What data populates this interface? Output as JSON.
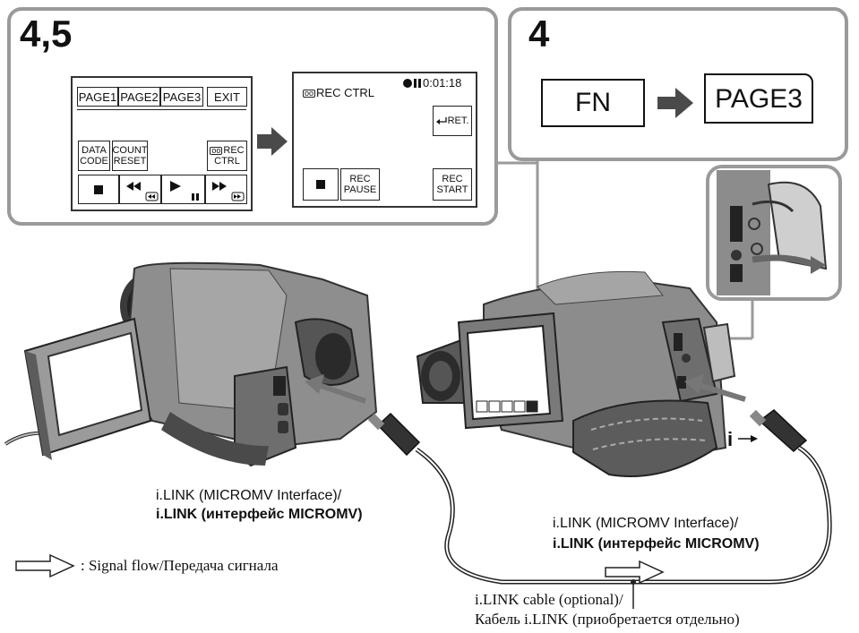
{
  "steps": {
    "left_number": "4,5",
    "right_number": "4"
  },
  "menu_screen": {
    "tabs": [
      "PAGE1",
      "PAGE2",
      "PAGE3",
      "EXIT"
    ],
    "data_code": [
      "DATA",
      "CODE"
    ],
    "count_reset": [
      "COUNT",
      "RESET"
    ],
    "rec_ctrl": [
      "REC",
      "CTRL"
    ]
  },
  "rec_screen": {
    "title": "REC CTRL",
    "counter": "0:01:18",
    "ret_label": "RET.",
    "rec_pause": [
      "REC",
      "PAUSE"
    ],
    "rec_start": [
      "REC",
      "START"
    ]
  },
  "fn_step": {
    "fn_label": "FN",
    "page_label": "PAGE3"
  },
  "labels": {
    "left_ilink_line1": "i.LINK (MICROMV Interface)/",
    "left_ilink_line2": "i.LINK (интерфейс MICROMV)",
    "right_ilink_line1": "i.LINK (MICROMV Interface)/",
    "right_ilink_line2": "i.LINK (интерфейс MICROMV)",
    "signal_flow": ": Signal flow/Передача сигнала",
    "cable_line1": "i.LINK cable (optional)/",
    "cable_line2": "Кабель i.LINK (приобретается отдельно)"
  },
  "colors": {
    "panel_border": "#9a9a9a",
    "body_gray": "#8c8c8c",
    "dark": "#2e2e2e"
  }
}
